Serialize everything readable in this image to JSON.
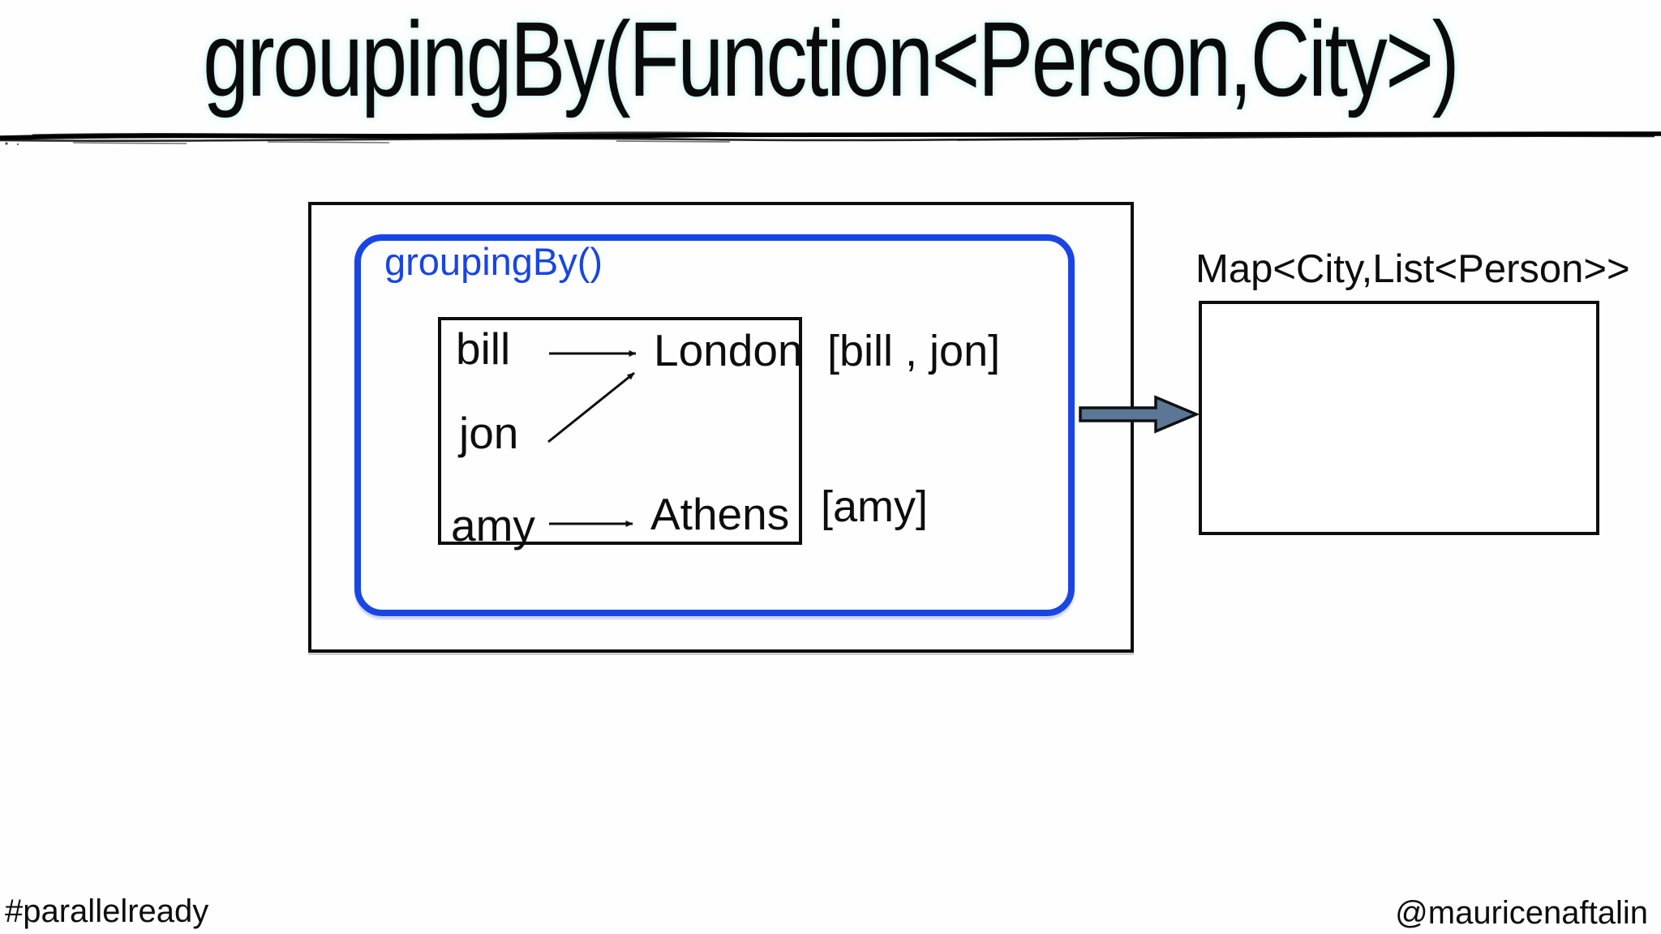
{
  "slide": {
    "title": "groupingBy(Function<Person,City>)",
    "hashtag": "#parallelready",
    "handle": "@mauricenaftalin"
  },
  "diagram": {
    "function_label": "groupingBy()",
    "result_label": "Map<City,List<Person>>",
    "mappings": [
      {
        "person": "bill",
        "city": "London"
      },
      {
        "person": "jon",
        "city": "London"
      },
      {
        "person": "amy",
        "city": "Athens"
      }
    ],
    "groups": [
      "[bill , jon]",
      "[amy]"
    ],
    "colors": {
      "accent_blue": "#1845e4",
      "flow_arrow_fill": "#5c7795",
      "ink": "#111111"
    }
  }
}
